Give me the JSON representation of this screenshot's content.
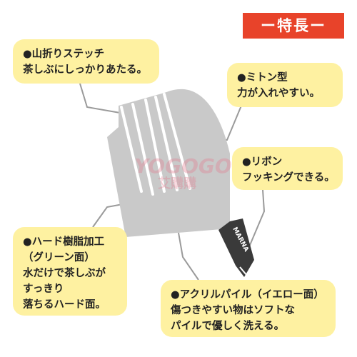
{
  "badge": "ー特長ー",
  "product": {
    "brand": "MARNA",
    "colors": {
      "body": "#c9c9c9",
      "tag": "#3a3a3a",
      "badge": "#e8432a",
      "callout": "#fef1a1",
      "connector": "#9a9a9a"
    }
  },
  "callouts": [
    {
      "line1": "●山折りステッチ",
      "line2": "茶しぶにしっかりあたる。"
    },
    {
      "line1": "●ミトン型",
      "line2": "力が入れやすい。"
    },
    {
      "line1": "●リボン",
      "line2": "フッキングできる。"
    },
    {
      "line1": "●ハード樹脂加工",
      "line2": "（グリーン面）",
      "line3": "水だけで茶しぶが",
      "line4": "すっきり",
      "line5": "落ちるハード面。"
    },
    {
      "line1": "●アクリルパイル（イエロー面）",
      "line2": "傷つきやすい物はソフトな",
      "line3": "パイルで優しく洗える。"
    }
  ],
  "watermark": {
    "line1": "YOGOGO",
    "line2": "艾購購"
  }
}
